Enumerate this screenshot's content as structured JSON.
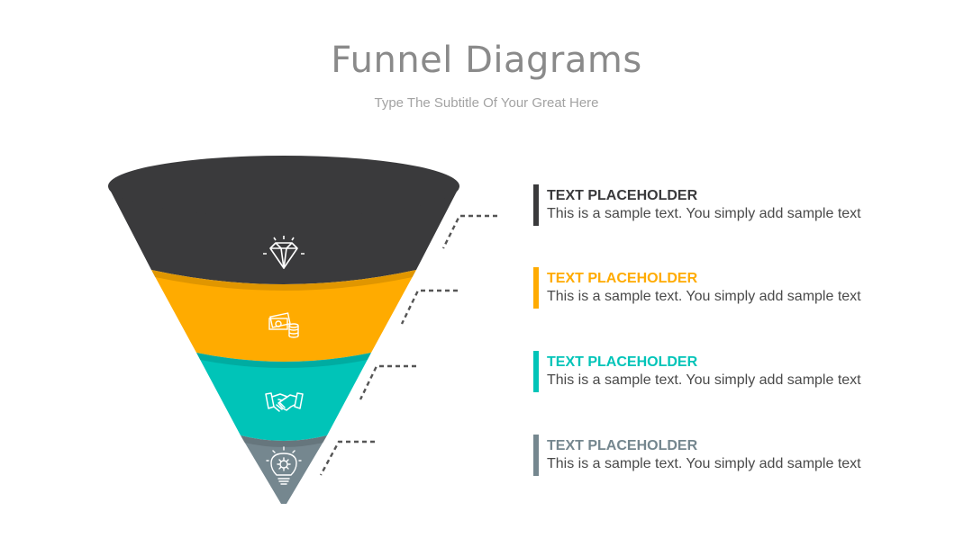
{
  "header": {
    "title": "Funnel Diagrams",
    "subtitle": "Type The Subtitle Of Your Great Here"
  },
  "stages": [
    {
      "color": "#3a3a3c",
      "icon": "diamond-icon",
      "heading": "TEXT PLACEHOLDER",
      "body": "This is a sample text. You simply add sample text"
    },
    {
      "color": "#ffab00",
      "icon": "money-icon",
      "heading": "TEXT PLACEHOLDER",
      "body": "This is a sample text. You simply add sample text"
    },
    {
      "color": "#00c4b8",
      "icon": "handshake-icon",
      "heading": "TEXT PLACEHOLDER",
      "body": "This is a sample text. You simply add sample text"
    },
    {
      "color": "#75878f",
      "icon": "lightbulb-gear-icon",
      "heading": "TEXT PLACEHOLDER",
      "body": "This is a sample text. You simply add sample text"
    }
  ]
}
